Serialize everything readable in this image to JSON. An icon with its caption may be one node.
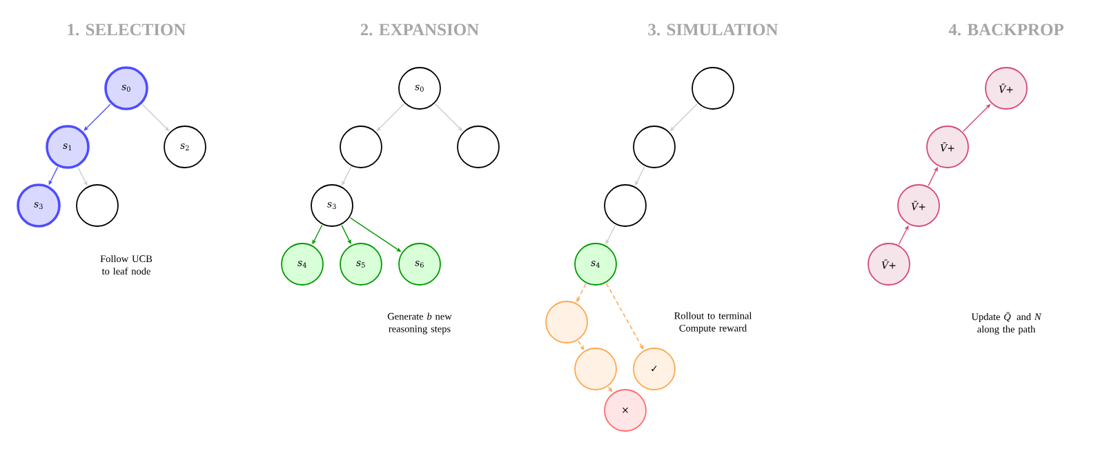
{
  "diagram": {
    "nodes": [
      {
        "text": [
          "*s*$_{0}$"
        ]
      },
      {
        "text": [
          "*s*$_{1}$"
        ]
      },
      {
        "text": [
          "*s*$_{2}$"
        ]
      },
      {
        "text": [
          "*s*$_{3}$"
        ]
      },
      {
        "text": [],
        "shape": "circle"
      },
      {
        "text": [
          "*s*$_{0}$"
        ]
      },
      {
        "text": [],
        "shape": "circle"
      },
      {
        "text": [],
        "shape": "circle"
      },
      {
        "text": [
          "*s*$_{3}$"
        ]
      },
      {
        "text": [
          "*s*$_{4}$"
        ]
      },
      {
        "text": [
          "*s*$_{5}$"
        ]
      },
      {
        "text": [
          "*s*$_{6}$"
        ]
      },
      {
        "text": [],
        "shape": "circle"
      },
      {
        "text": [],
        "shape": "circle"
      },
      {
        "text": [],
        "shape": "circle"
      },
      {
        "text": [
          "*s*$_{4}$"
        ]
      },
      {
        "text": [],
        "shape": "circle"
      },
      {
        "text": [],
        "shape": "circle"
      },
      {
        "text": [
          "✓"
        ]
      },
      {
        "text": [
          "×"
        ]
      },
      {
        "text": [
          "*V̄*+"
        ]
      },
      {
        "text": [
          "*V̄*+"
        ]
      },
      {
        "text": [
          "*V̄*+"
        ]
      },
      {
        "text": [
          "*V̄*+"
        ]
      }
    ],
    "edges": [
      {
        "from": 0,
        "to": 1,
        "arrow": "to",
        "color": "#4d4dff"
      },
      {
        "from": 0,
        "to": 2,
        "arrow": "to"
      },
      {
        "from": 1,
        "to": 3,
        "arrow": "to",
        "color": "#4d4dff"
      },
      {
        "from": 1,
        "to": 4,
        "arrow": "to"
      },
      {
        "from": 5,
        "to": 6,
        "arrow": "to"
      },
      {
        "from": 5,
        "to": 7,
        "arrow": "to"
      },
      {
        "from": 6,
        "to": 8,
        "arrow": "to"
      },
      {
        "from": 8,
        "to": 9,
        "arrow": "to",
        "color": "#009900"
      },
      {
        "from": 8,
        "to": 10,
        "arrow": "to",
        "color": "#009900"
      },
      {
        "from": 8,
        "to": 11,
        "arrow": "to",
        "color": "#009900"
      },
      {
        "from": 12,
        "to": 13,
        "arrow": "to"
      },
      {
        "from": 13,
        "to": 14,
        "arrow": "to"
      },
      {
        "from": 14,
        "to": 15,
        "arrow": "to"
      },
      {
        "from": 15,
        "to": 16,
        "arrow": "to",
        "style": "dashed",
        "color": "#ffa64d"
      },
      {
        "from": 15,
        "to": 18,
        "arrow": "to",
        "style": "dashed",
        "color": "#ffa64d"
      },
      {
        "from": 16,
        "to": 17,
        "arrow": "to",
        "style": "dashed",
        "color": "#ffa64d"
      },
      {
        "from": 17,
        "to": 19,
        "arrow": "to",
        "style": "dashed",
        "color": "#ffa64d"
      },
      {
        "from": 23,
        "to": 22,
        "arrow": "to",
        "color": "#d4477a"
      },
      {
        "from": 22,
        "to": 21,
        "arrow": "to",
        "color": "#d4477a"
      },
      {
        "from": 21,
        "to": 20,
        "arrow": "to",
        "color": "#d4477a"
      }
    ],
    "labels": [
      "1. SELECTION",
      "2. EXPANSION",
      "3. SIMULATION",
      "4. BACKPROP",
      "Follow UCB to leaf node",
      "Generate *b* new reasoning steps",
      "Rollout to terminal Compute reward",
      "Update *Q̄* and *N* along the path"
    ]
  }
}
